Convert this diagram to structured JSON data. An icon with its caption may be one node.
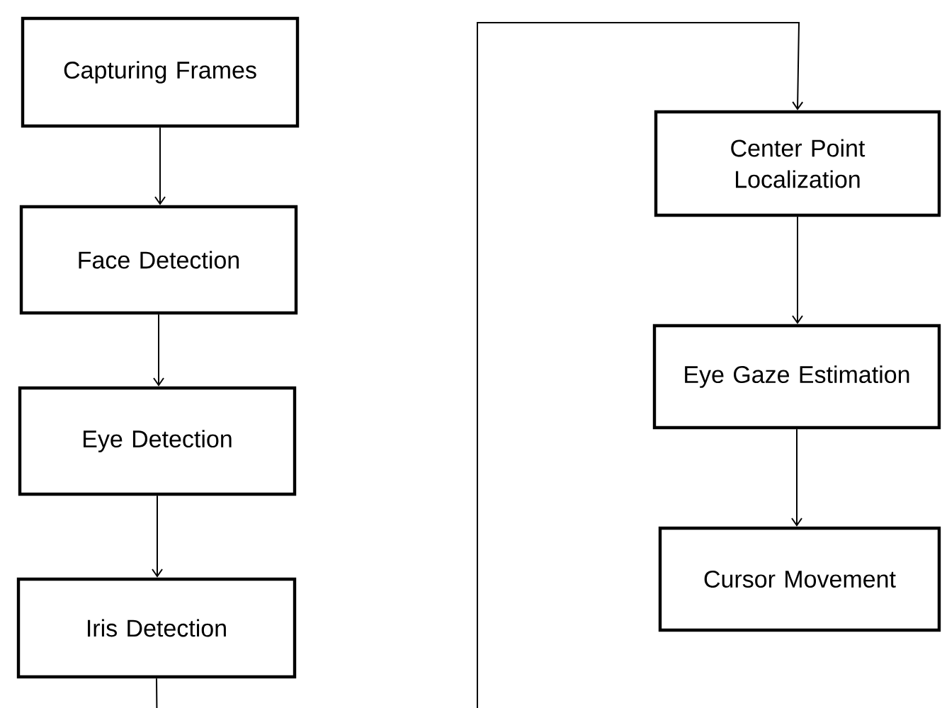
{
  "diagram": {
    "nodes": [
      {
        "text": [
          "Capturing Frames"
        ]
      },
      {
        "text": [
          "Face Detection"
        ]
      },
      {
        "text": [
          "Eye Detection"
        ]
      },
      {
        "text": [
          "Iris Detection"
        ]
      },
      {
        "text": [
          "Center Point Localization"
        ]
      },
      {
        "text": [
          "Eye Gaze Estimation"
        ]
      },
      {
        "text": [
          "Cursor Movement"
        ]
      }
    ],
    "edges": [
      {
        "from": 0,
        "to": 1,
        "arrow": "to"
      },
      {
        "from": 1,
        "to": 2,
        "arrow": "to"
      },
      {
        "from": 2,
        "to": 3,
        "arrow": "to"
      },
      {
        "from": 3,
        "to": 4,
        "arrow": "to"
      },
      {
        "from": 4,
        "to": 5,
        "arrow": "to"
      },
      {
        "from": 5,
        "to": 6,
        "arrow": "to"
      }
    ]
  }
}
